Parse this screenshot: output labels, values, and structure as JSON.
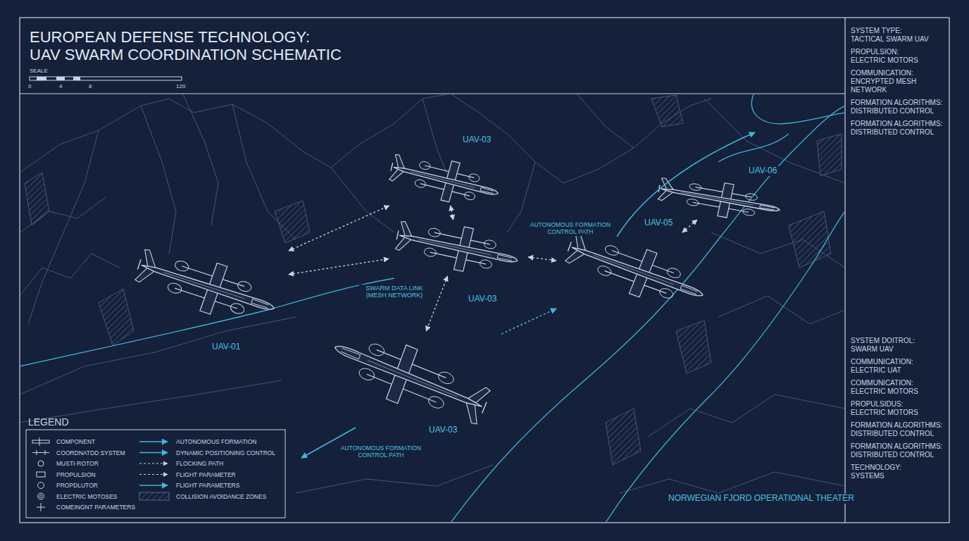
{
  "diagram": {
    "title": "EUROPEAN DEFENSE TECHNOLOGY: UAV SWARM COORDINATION SCHEMATIC",
    "nodes": [
      {
        "text": [
          "UAV-01"
        ]
      },
      {
        "text": [
          "UAV-03"
        ]
      },
      {
        "text": [
          "UAV-03"
        ]
      },
      {
        "text": [
          "UAV-03"
        ]
      },
      {
        "text": [
          "UAV-05"
        ]
      },
      {
        "text": [
          "UAV-06"
        ]
      }
    ],
    "edges": [
      {
        "from": 0,
        "to": 1,
        "arrow": "both"
      },
      {
        "from": 0,
        "to": 2,
        "arrow": "both"
      },
      {
        "from": 1,
        "to": 2,
        "arrow": "both"
      },
      {
        "from": 2,
        "to": 4,
        "arrow": "both"
      },
      {
        "from": 2,
        "to": 3,
        "arrow": "both"
      },
      {
        "from": 3,
        "to": 4,
        "arrow": "to"
      },
      {
        "from": 4,
        "to": 5,
        "arrow": "both"
      }
    ],
    "labels": [
      "SEALE",
      "0",
      "4",
      "8",
      "120",
      "SWARM DATA LINK (MESH NETWORK)",
      "AUTONOMOUS FORMATION CONTROL PATH",
      "AUTONOMOUS FORMATION CONTROL PATH",
      "NORWEGIAN FJORD OPERATIONAL THEATER",
      "LEGEND",
      "SYSTEM TYPE:",
      "TACTICAL SWARM UAV",
      "PROPULSION:",
      "ELECTRIC MOTORS",
      "COMMUNICATION:",
      "ENCRYPTED MESH NETWORK",
      "FORMATION ALGORITHMS:",
      "DISTRIBUTED CONTROL",
      "FORMATION ALGORITHMS:",
      "DISTRIBUTED CONTROL",
      "SYSTEM DOITROL:",
      "SWARM UAV",
      "COMMUNICATION:",
      "ELECTRIC UAT",
      "COMMUNICATION:",
      "ELECTRIC MOTORS",
      "PROPULSIDUS:",
      "ELECTRIC MOTORS",
      "FORMATION ALGORITHMS:",
      "DISTRIBUTED CONTROL",
      "FORMATION ALGORITHMS:",
      "DISTRIBUTED CONTROL",
      "TECHNOLOGY:",
      "SYSTEMS"
    ],
    "legend": [
      {
        "text": "COMPONENT"
      },
      {
        "text": "COORDNATDD SYSTEM"
      },
      {
        "text": "MUSTI-ROTOR"
      },
      {
        "text": "PROPULSION"
      },
      {
        "text": "PROPDLUTOR"
      },
      {
        "text": "ELECTRIC MOTOSES"
      },
      {
        "text": "COMEINGNT PARAMETERS"
      },
      {
        "text": "AUTONOMOUS FORMATION"
      },
      {
        "text": "DYNAMIC POSITIONING CONTROL"
      },
      {
        "text": "FLOCKING PATH"
      },
      {
        "text": "FLIGHT PARAMETER"
      },
      {
        "text": "FLIGHT PARAMETERS"
      },
      {
        "text": "COLLISION AVOIDANCE ZONES"
      }
    ]
  }
}
